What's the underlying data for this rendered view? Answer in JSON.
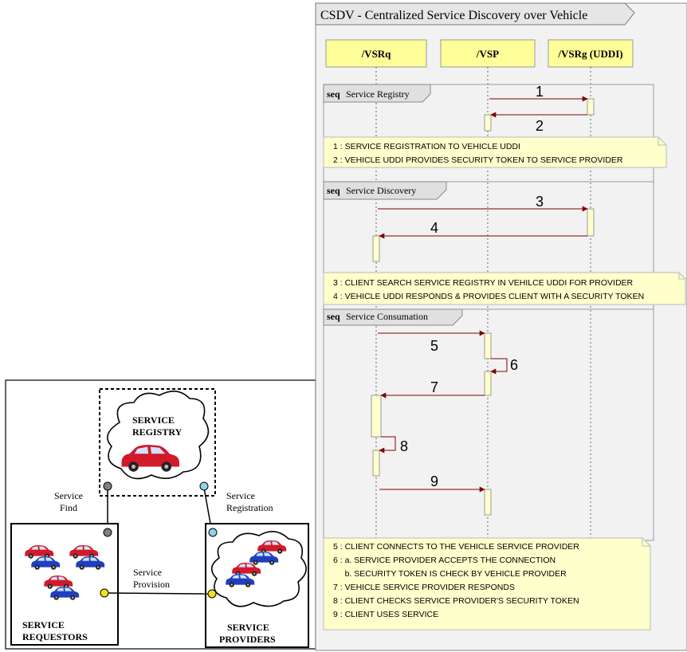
{
  "left_diagram": {
    "registry_label": [
      "SERVICE",
      "REGISTRY"
    ],
    "service_find_label": [
      "Service",
      "Find"
    ],
    "service_registration_label": [
      "Service",
      "Registration"
    ],
    "service_provision_label": [
      "Service",
      "Provision"
    ],
    "requestors_label": [
      "SERVICE",
      "REQUESTORS"
    ],
    "providers_label": [
      "SERVICE",
      "PROVIDERS"
    ],
    "colors": {
      "car_red": "#d11a2a",
      "car_blue": "#1f3fbf",
      "connector_gray": "#808080",
      "connector_lightblue": "#8fd3e8",
      "connector_yellow": "#f2e21a"
    }
  },
  "sequence_diagram": {
    "frame_title": "CSDV - Centralized Service Discovery over Vehicle",
    "lifelines": [
      "/VSRq",
      "/VSP",
      "/VSRg (UDDI)"
    ],
    "colors": {
      "lifeline_head": "#ffff99",
      "activation": "#ffffcc",
      "note": "#ffffcc",
      "message": "#800000",
      "frame": "#f2f2f2"
    },
    "fragments": [
      {
        "keyword": "seq",
        "name": "Service Registry",
        "messages": [
          "1",
          "2"
        ],
        "note": [
          "1 : SERVICE REGISTRATION TO VEHICLE UDDI",
          "2 : VEHICLE UDDI PROVIDES SECURITY TOKEN TO SERVICE PROVIDER"
        ]
      },
      {
        "keyword": "seq",
        "name": "Service Discovery",
        "messages": [
          "3",
          "4"
        ],
        "note": [
          "3 : CLIENT SEARCH SERVICE REGISTRY IN VEHILCE UDDI FOR PROVIDER",
          "4 : VEHICLE UDDI RESPONDS & PROVIDES CLIENT WITH A SECURITY TOKEN"
        ]
      },
      {
        "keyword": "seq",
        "name": "Service Consumation",
        "messages": [
          "5",
          "6",
          "7",
          "8",
          "9"
        ],
        "note": [
          "5 : CLIENT CONNECTS TO THE VEHICLE SERVICE PROVIDER",
          "6 : a. SERVICE PROVIDER ACCEPTS THE CONNECTION",
          "     b. SECURITY TOKEN IS CHECK BY VEHICLE PROVIDER",
          "7 : VEHICLE SERVICE PROVIDER RESPONDS",
          "8 : CLIENT CHECKS SERVICE PROVIDER'S SECURITY TOKEN",
          "9 : CLIENT USES SERVICE"
        ]
      }
    ]
  }
}
